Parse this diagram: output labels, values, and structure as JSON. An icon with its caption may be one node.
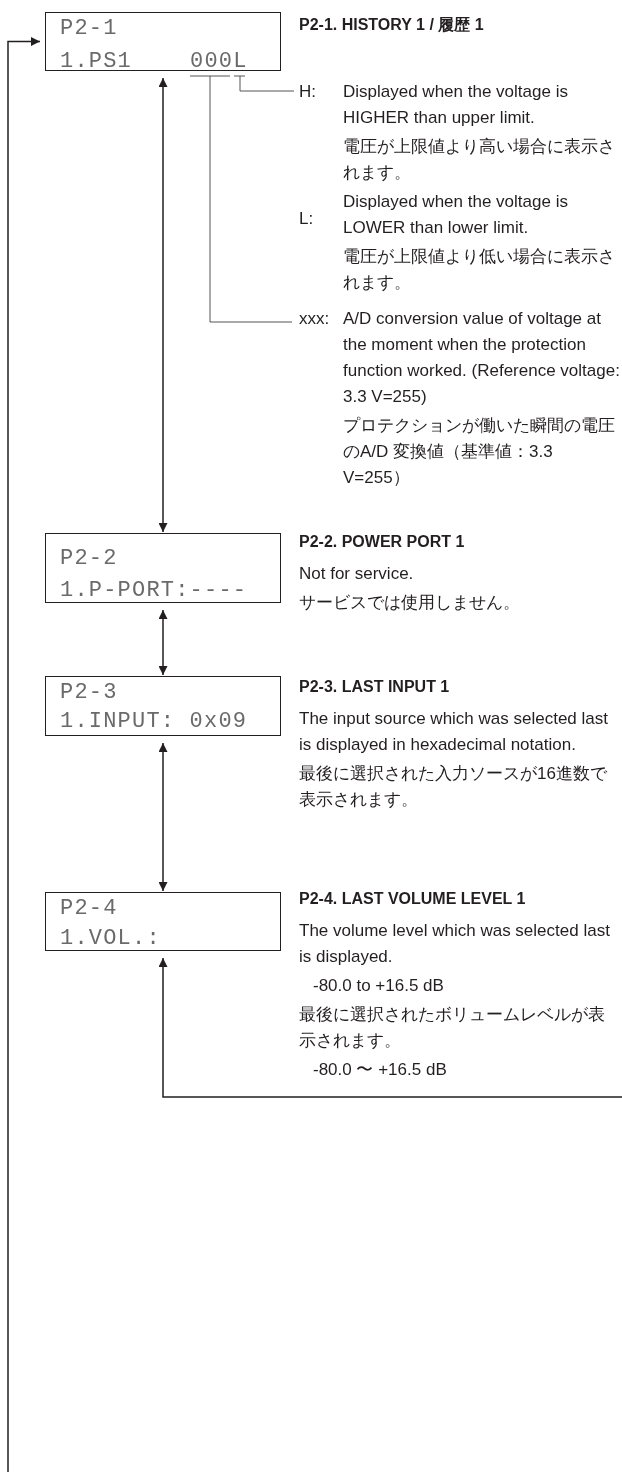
{
  "diagram": {
    "nodes": [
      {
        "text": [
          "P2-1",
          "1.PS1",
          "000L"
        ],
        "beside": [
          "P2-1. HISTORY 1 / 履歴 1"
        ]
      },
      {
        "text": [
          "H:",
          "Displayed when the voltage is HIGHER than upper limit.",
          "電圧が上限値より高い場合に表示されます。"
        ]
      },
      {
        "text": [
          "xxx:",
          "A/D conversion value of voltage at the moment when the protection function worked. (Reference voltage: 3.3 V=255)",
          "プロテクションが働いた瞬間の電圧のA/D 変換値（基準値：3.3 V=255）"
        ]
      },
      {
        "text": [
          "P2-2",
          "1.P-PORT:----"
        ],
        "beside": [
          "P2-2. POWER PORT 1",
          "Not for service.",
          "サービスでは使用しません。"
        ]
      },
      {
        "text": [
          "P2-3",
          "1.INPUT: 0x09"
        ],
        "beside": [
          "P2-3. LAST INPUT 1",
          "The input source which was selected last is displayed in hexadecimal notation.",
          "最後に選択された入力ソースが16進数で表示されます。"
        ]
      },
      {
        "text": [
          "P2-4",
          "1.VOL.:"
        ],
        "beside": [
          "P2-4. LAST VOLUME LEVEL 1",
          "The volume level which was selected last is displayed.",
          "-80.0 to +16.5 dB",
          "最後に選択されたボリュームレベルが表示されます。",
          "-80.0 〜 +16.5 dB"
        ]
      }
    ],
    "edges": [
      {
        "from": 1,
        "to": 0,
        "arrow": "none"
      },
      {
        "from": 2,
        "to": 0,
        "arrow": "none"
      },
      {
        "from": 0,
        "to": 3,
        "arrow": "both"
      },
      {
        "from": 3,
        "to": 4,
        "arrow": "both"
      },
      {
        "from": 4,
        "to": 5,
        "arrow": "both"
      },
      {
        "from": null,
        "to": 5,
        "arrow": "to"
      },
      {
        "from": null,
        "to": 0,
        "arrow": "to"
      }
    ],
    "labels": [
      "L:",
      "Displayed when the voltage is LOWER than lower limit.",
      "電圧が上限値より低い場合に表示されます。"
    ]
  }
}
